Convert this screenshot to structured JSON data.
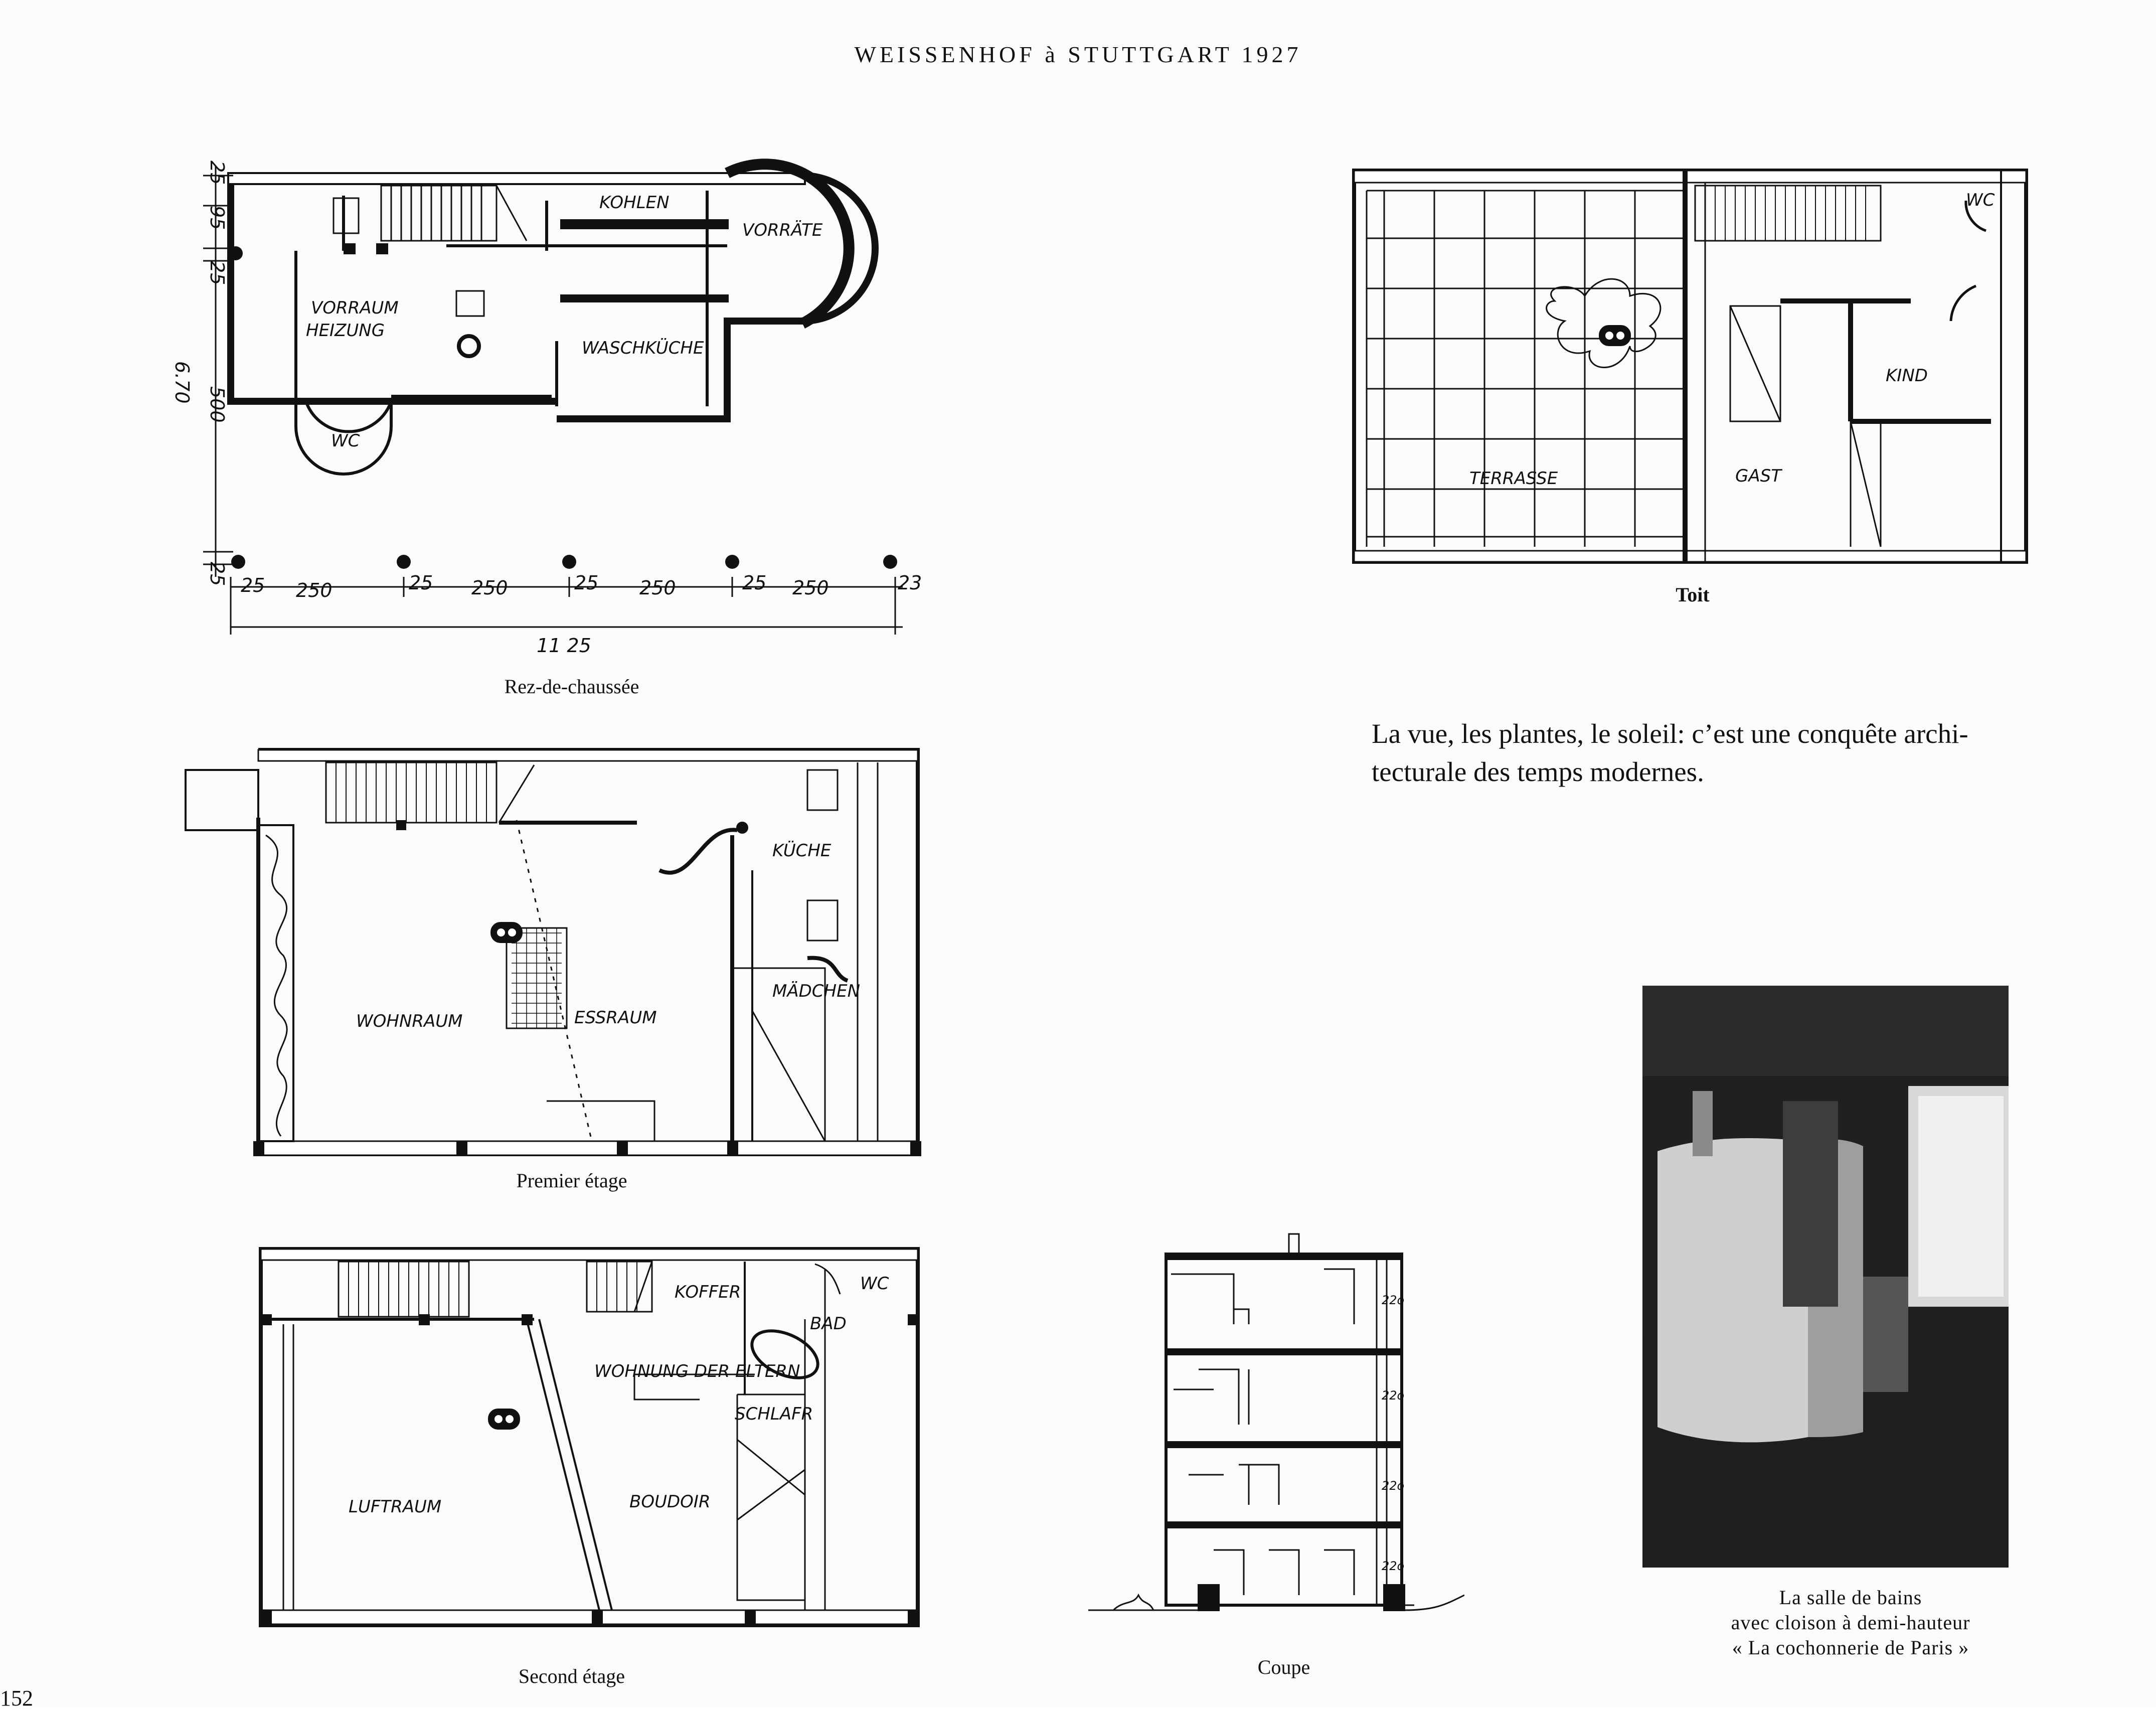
{
  "header": {
    "title": "WEISSENHOF à STUTTGART 1927"
  },
  "captions": {
    "ground_floor": "Rez-de-chaussée",
    "roof": "Toit",
    "first_floor": "Premier étage",
    "second_floor": "Second étage",
    "section": "Coupe",
    "photo": [
      "La salle de bains",
      "avec cloison à demi-hauteur",
      "« La cochonnerie de Paris »"
    ]
  },
  "quote": [
    "La vue, les plantes, le soleil: c’est une conquête archi-",
    "tecturale des temps modernes."
  ],
  "page_number": "152",
  "plans": {
    "ground_floor": {
      "labels": {
        "kohlen": "KOHLEN",
        "vorraete": "VORRÄTE",
        "vorraum": "VORRAUM",
        "heizung": "HEIZUNG",
        "waschkueche": "WASCHKÜCHE",
        "wc": "WC"
      },
      "dimensions": {
        "left": [
          "25",
          "95",
          "25",
          "500",
          "25"
        ],
        "total_height": "6.70",
        "bottom": [
          "25",
          "250",
          "25",
          "250",
          "25",
          "250",
          "25",
          "250",
          "23"
        ],
        "total_width": "11 25"
      }
    },
    "roof": {
      "labels": {
        "wc": "WC",
        "kind": "KIND",
        "terrasse": "TERRASSE",
        "gast": "GAST"
      }
    },
    "first_floor": {
      "labels": {
        "kueche": "KÜCHE",
        "maedchen": "MÄDCHEN",
        "wohnraum": "WOHNRAUM",
        "essraum": "ESSRAUM"
      }
    },
    "second_floor": {
      "labels": {
        "koffer": "KOFFER",
        "wc": "WC",
        "bad": "BAD",
        "wohnung": "WOHNUNG DER ELTERN",
        "schlafr": "SCHLAFR",
        "luftraum": "LUFTRAUM",
        "boudoir": "BOUDOIR"
      }
    },
    "section": {
      "labels": [
        "22o",
        "22o",
        "22o",
        "22o"
      ]
    }
  }
}
